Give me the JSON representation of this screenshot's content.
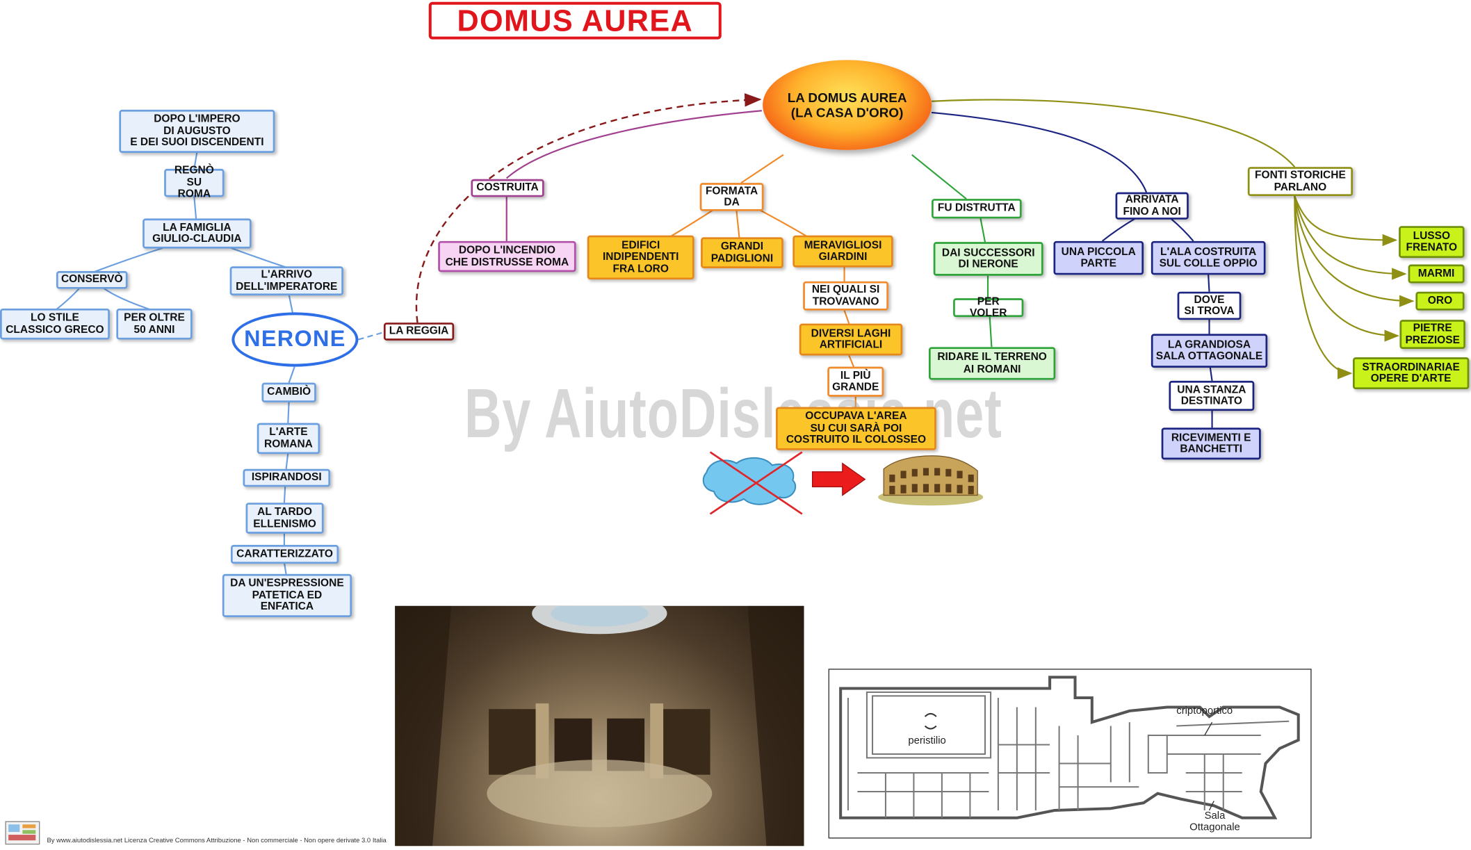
{
  "title": "DOMUS AUREA",
  "center": "LA DOMUS AUREA\n(LA CASA D'ORO)",
  "watermark": "By AiutoDislessia.net",
  "footer": "By www.aiutodislessia.net Licenza Creative Commons Attribuzione - Non commerciale - Non opere derivate 3.0 Italia",
  "nerone_branch": {
    "dopo_impero": "DOPO L'IMPERO\nDI AUGUSTO\nE DEI SUOI DISCENDENTI",
    "regno": "REGNÒ\nSU ROMA",
    "famiglia": "LA FAMIGLIA\nGIULIO-CLAUDIA",
    "conservo": "CONSERVÒ",
    "stile": "LO STILE\nCLASSICO GRECO",
    "oltre": "PER OLTRE\n50 ANNI",
    "arrivo": "L'ARRIVO\nDELL'IMPERATORE",
    "nerone": "NERONE",
    "reggia": "LA REGGIA",
    "cambio": "CAMBIÒ",
    "arte": "L'ARTE\nROMANA",
    "ispirandosi": "ISPIRANDOSI",
    "tardo": "AL TARDO\nELLENISMO",
    "caratterizzato": "CARATTERIZZATO",
    "espressione": "DA UN'ESPRESSIONE\nPATETICA ED\nENFATICA"
  },
  "costruita_branch": {
    "costruita": "COSTRUITA",
    "incendio": "DOPO L'INCENDIO\nCHE DISTRUSSE ROMA"
  },
  "formata_branch": {
    "formata": "FORMATA\nDA",
    "edifici": "EDIFICI\nINDIPENDENTI\nFRA  LORO",
    "padiglioni": "GRANDI\nPADIGLIONI",
    "giardini": "MERAVIGLIOSI\nGIARDINI",
    "nei_quali": "NEI QUALI SI\nTROVAVANO",
    "laghi": "DIVERSI LAGHI\nARTIFICIALI",
    "piu_grande": "IL PIÙ\nGRANDE",
    "occupava": "OCCUPAVA L'AREA\nSU CUI SARÀ POI\nCOSTRUITO IL COLOSSEO"
  },
  "distrutta_branch": {
    "distrutta": "FU DISTRUTTA",
    "successori": "DAI SUCCESSORI\nDI NERONE",
    "per_voler": "PER VOLER",
    "ridare": "RIDARE IL TERRENO\nAI ROMANI"
  },
  "arrivata_branch": {
    "arrivata": "ARRIVATA\nFINO A NOI",
    "piccola": "UNA PICCOLA\nPARTE",
    "ala": "L'ALA COSTRUITA\nSUL COLLE OPPIO",
    "dove": "DOVE\nSI TROVA",
    "sala": "LA GRANDIOSA\nSALA OTTAGONALE",
    "stanza": "UNA STANZA\nDESTINATO",
    "ricevimenti": "RICEVIMENTI E\nBANCHETTI"
  },
  "fonti_branch": {
    "fonti": "FONTI STORICHE\nPARLANO",
    "lusso": "LUSSO\nFRENATO",
    "marmi": "MARMI",
    "oro": "ORO",
    "pietre": "PIETRE\nPREZIOSE",
    "opere": "STRAORDINARIAE\nOPERE D'ARTE"
  },
  "plan": {
    "peristilio": "peristilio",
    "criptoportico": "criptoportico",
    "sala": "Sala\nOttagonale"
  },
  "colors": {
    "title_red": "#e0161c",
    "nerone_blue": "#2e6fe8",
    "costruita_purple": "#a0408f",
    "formata_orange": "#f08a2a",
    "distrutta_green": "#2fa43a",
    "arrivata_navy": "#1c2482",
    "fonti_olive": "#8f8f14",
    "reggia_darkred": "#8a1a1a"
  },
  "icons": [
    "lake-icon",
    "red-cross-icon",
    "red-arrow-icon",
    "colosseum-icon",
    "map-logo-icon"
  ]
}
